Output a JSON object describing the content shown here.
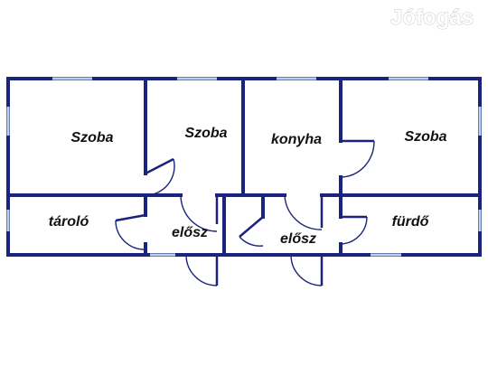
{
  "watermark": "Jófogás",
  "rooms": [
    {
      "id": "szoba-1",
      "label": "Szoba"
    },
    {
      "id": "szoba-2",
      "label": "Szoba"
    },
    {
      "id": "konyha",
      "label": "konyha"
    },
    {
      "id": "szoba-3",
      "label": "Szoba"
    },
    {
      "id": "tarolo",
      "label": "tároló"
    },
    {
      "id": "elosz-1",
      "label": "elősz"
    },
    {
      "id": "elosz-2",
      "label": "elősz"
    },
    {
      "id": "furdo",
      "label": "fürdő"
    }
  ],
  "colors": {
    "wall": "#1a237e",
    "window": "#b9d3e6",
    "door": "#1a237e",
    "background": "#ffffff"
  }
}
